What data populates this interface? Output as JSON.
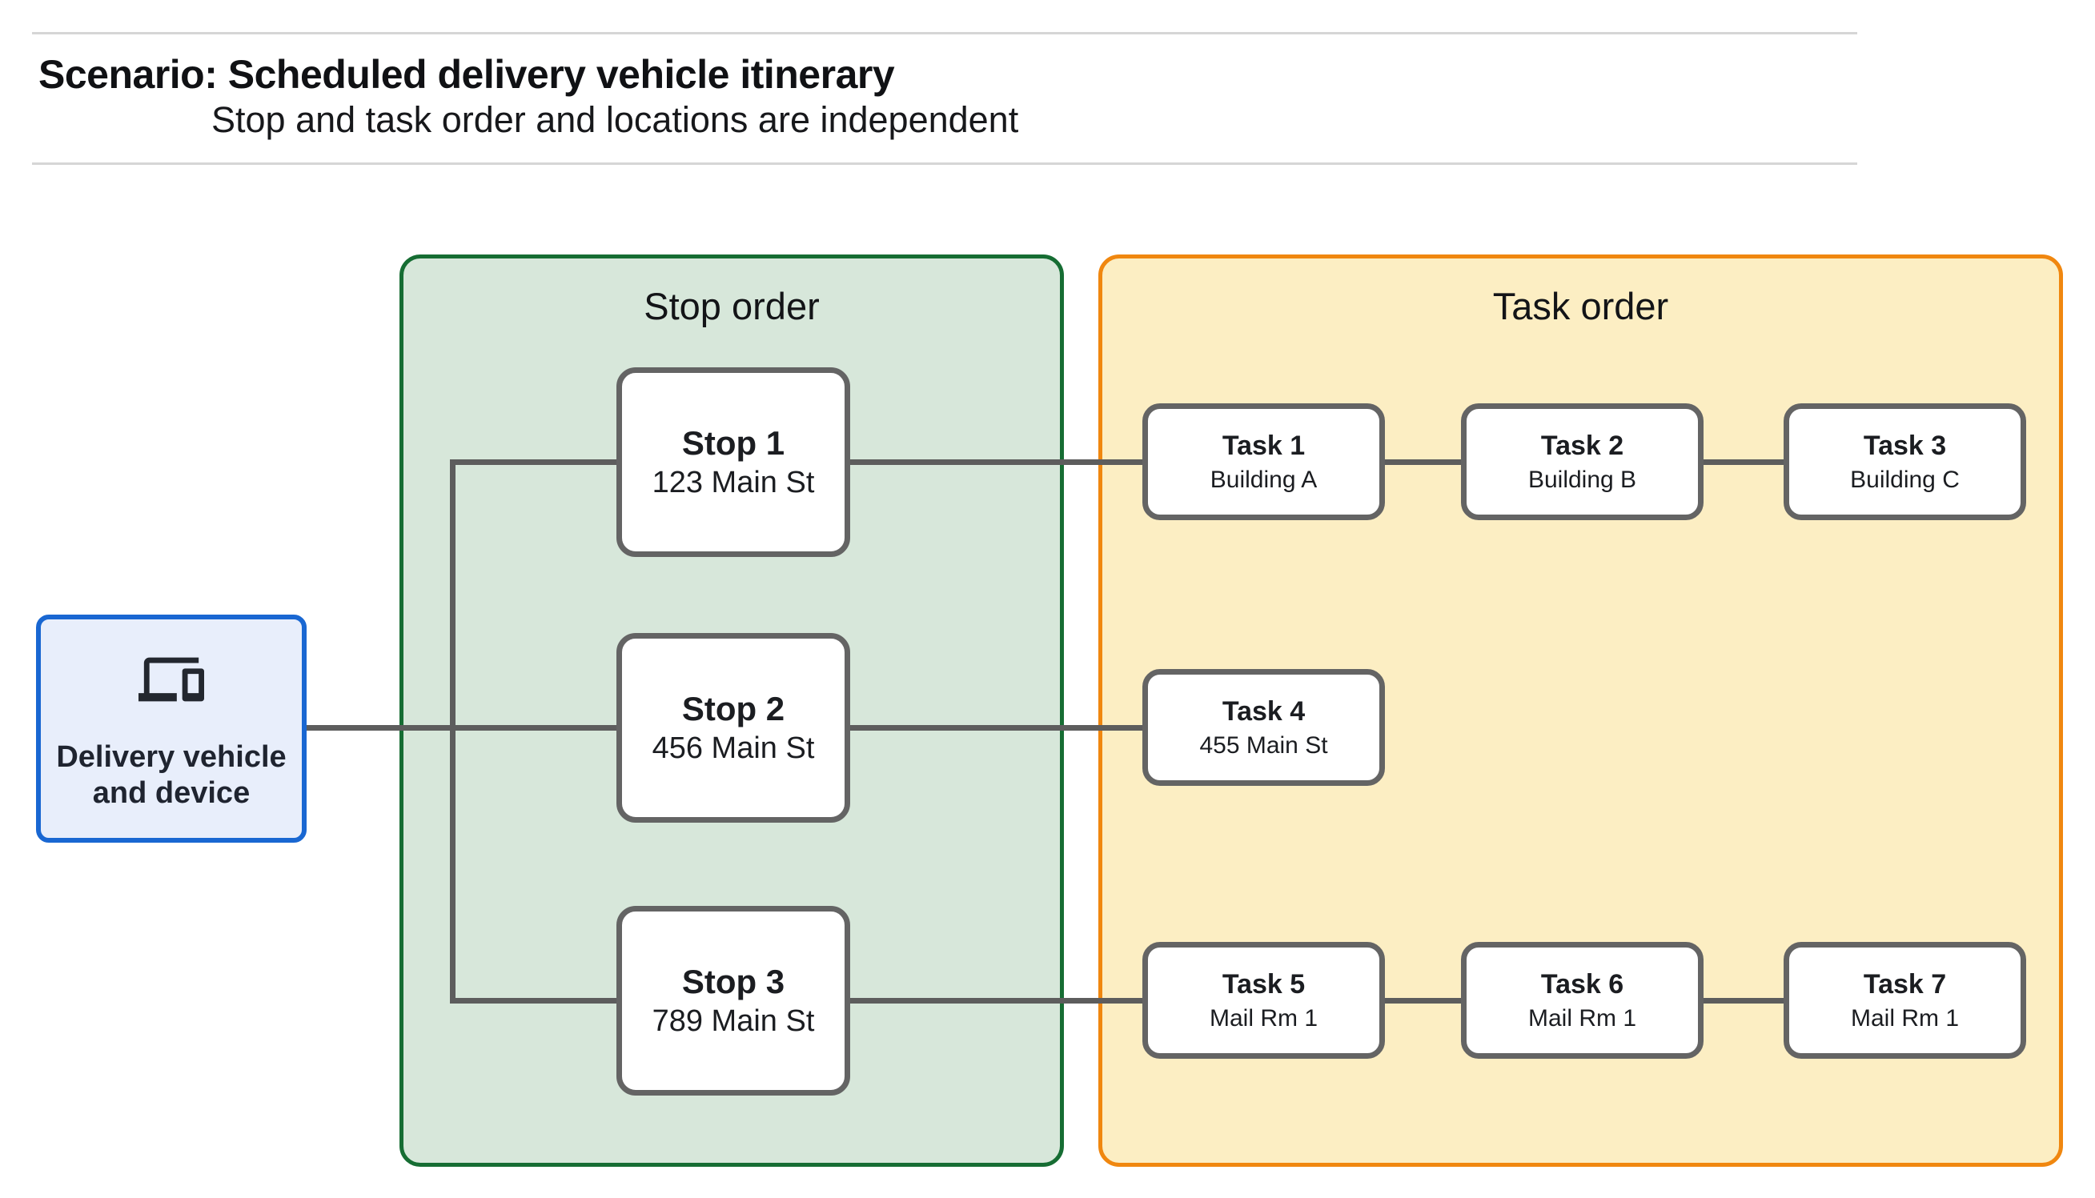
{
  "header": {
    "title": "Scenario: Scheduled delivery vehicle itinerary",
    "subtitle": "Stop and task order and locations are independent"
  },
  "source": {
    "label": "Delivery vehicle and device",
    "icon": "devices-icon"
  },
  "panels": {
    "stop_order": {
      "title": "Stop order"
    },
    "task_order": {
      "title": "Task order"
    }
  },
  "stops": [
    {
      "title": "Stop 1",
      "subtitle": "123 Main St"
    },
    {
      "title": "Stop 2",
      "subtitle": "456 Main St"
    },
    {
      "title": "Stop 3",
      "subtitle": "789 Main St"
    }
  ],
  "tasks": [
    {
      "title": "Task 1",
      "subtitle": "Building A"
    },
    {
      "title": "Task 2",
      "subtitle": "Building B"
    },
    {
      "title": "Task 3",
      "subtitle": "Building C"
    },
    {
      "title": "Task 4",
      "subtitle": "455 Main St"
    },
    {
      "title": "Task 5",
      "subtitle": "Mail Rm 1"
    },
    {
      "title": "Task 6",
      "subtitle": "Mail Rm 1"
    },
    {
      "title": "Task 7",
      "subtitle": "Mail Rm 1"
    }
  ],
  "colors": {
    "green_fill": "#d7e7da",
    "green_border": "#166d33",
    "yellow_fill": "#fceec3",
    "yellow_border": "#f0870f",
    "blue_fill": "#e8eefb",
    "blue_border": "#1967d2",
    "node_border": "#646464",
    "connector": "#5d5d5d",
    "rule": "#d6d6d6"
  }
}
